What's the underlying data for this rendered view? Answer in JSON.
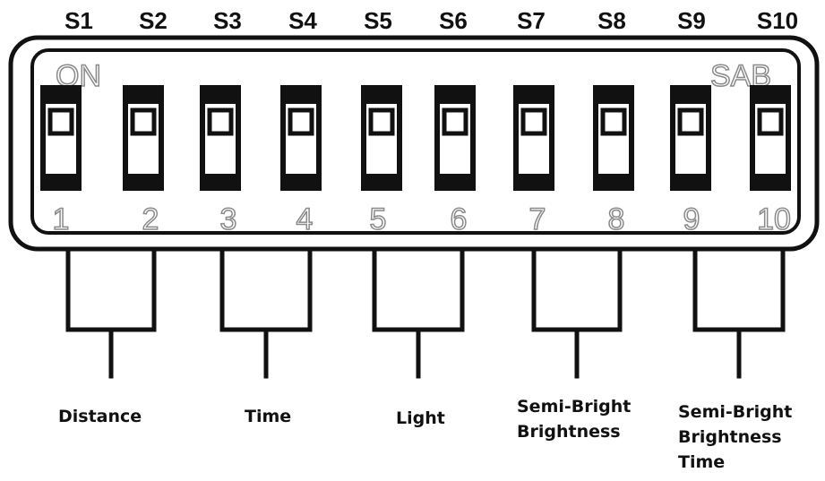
{
  "switch_labels": [
    "S1",
    "S2",
    "S3",
    "S4",
    "S5",
    "S6",
    "S7",
    "S8",
    "S9",
    "S10"
  ],
  "position_numbers": [
    "1",
    "2",
    "3",
    "4",
    "5",
    "6",
    "7",
    "8",
    "9",
    "10"
  ],
  "on_text": "ON",
  "brand_text": "SAB",
  "groups": [
    {
      "label": "Distance"
    },
    {
      "label": "Time"
    },
    {
      "label": "Light"
    },
    {
      "label": "Semi-Bright\nBrightness"
    },
    {
      "label": "Semi-Bright\nBrightness\nTime"
    }
  ]
}
